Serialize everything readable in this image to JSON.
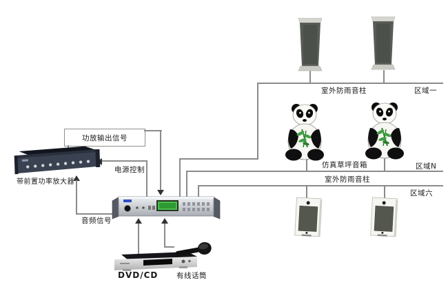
{
  "diagram": {
    "type": "pa-broadcast-system-wiring-diagram",
    "colors": {
      "background": "#ffffff",
      "wire": "#8a8a8a",
      "arrow": "#333333",
      "text": "#1a1a1a",
      "lcd_green": "#4ac04e",
      "panda_black": "#0f0f0f",
      "bamboo_green": "#3f9e42"
    },
    "signals": {
      "amp_output": "功放输出信号",
      "power_control": "电源控制",
      "audio_signal": "音频信号"
    },
    "devices": {
      "amplifier_label": "带前置功率放大器",
      "dvd_label": "DVD/CD",
      "mic_label": "有线话筒",
      "column_speaker_top_label": "室外防雨音柱",
      "lawn_speaker_label": "仿真草坪音箱",
      "column_speaker_bottom_label": "室外防雨音柱"
    },
    "zones": {
      "zone_one": "区域一",
      "zone_n": "区域N",
      "zone_six": "区域六"
    }
  }
}
